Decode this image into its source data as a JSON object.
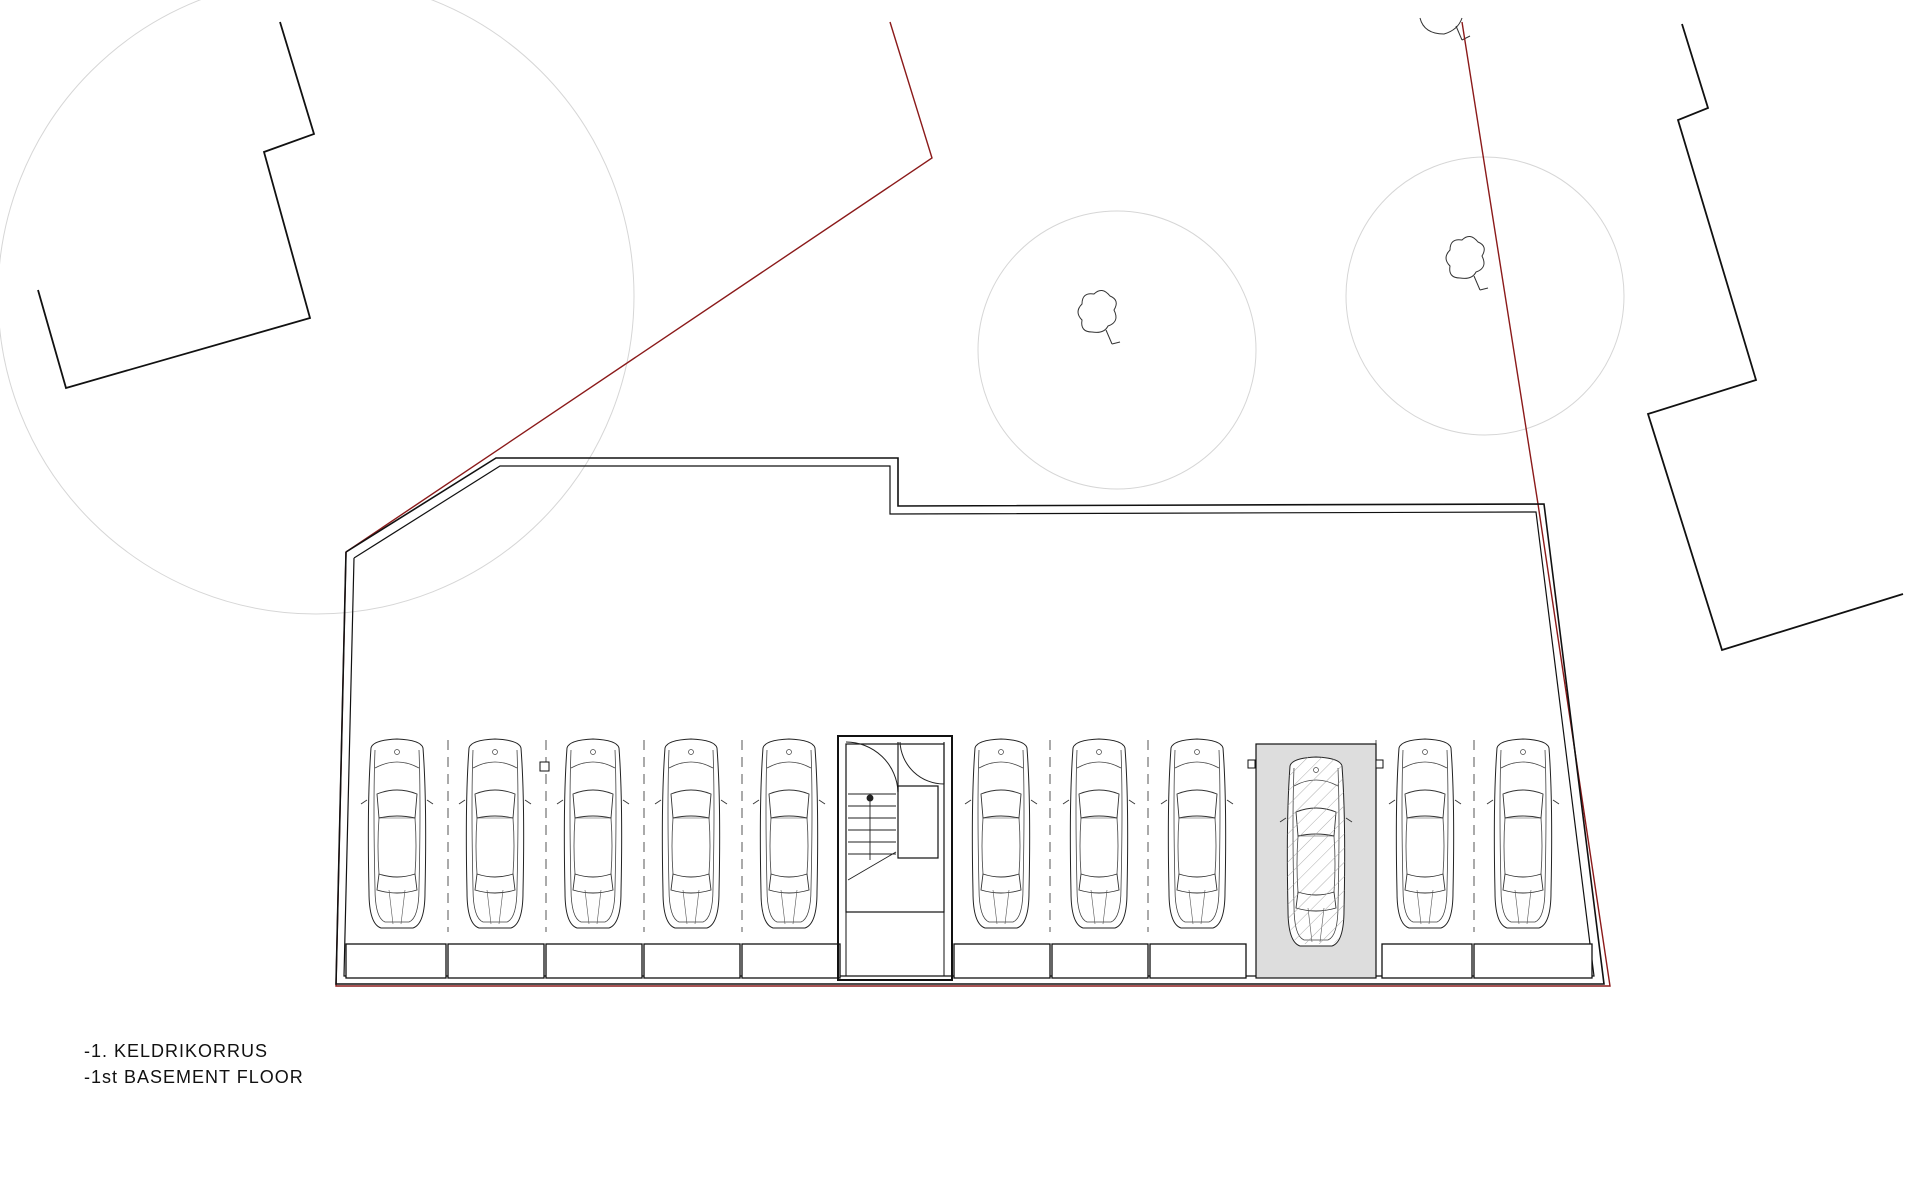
{
  "drawing": {
    "caption_line_1": "-1. KELDRIKORRUS",
    "caption_line_2": "-1st BASEMENT FLOOR"
  },
  "colors": {
    "line": "#111111",
    "site_boundary": "#8b1a1a",
    "tree_canopy": "#d6d6d6",
    "accessible_bay_fill": "#dddddd",
    "hatch": "#9a9a9a"
  },
  "parking": {
    "cars_left_of_stair": 5,
    "cars_right_of_stair": 6,
    "accessible_bay_index": 3
  },
  "trees": {
    "count": 3
  },
  "icons": [
    "car-icon",
    "tree-icon",
    "stair-icon",
    "door-swing-icon"
  ]
}
